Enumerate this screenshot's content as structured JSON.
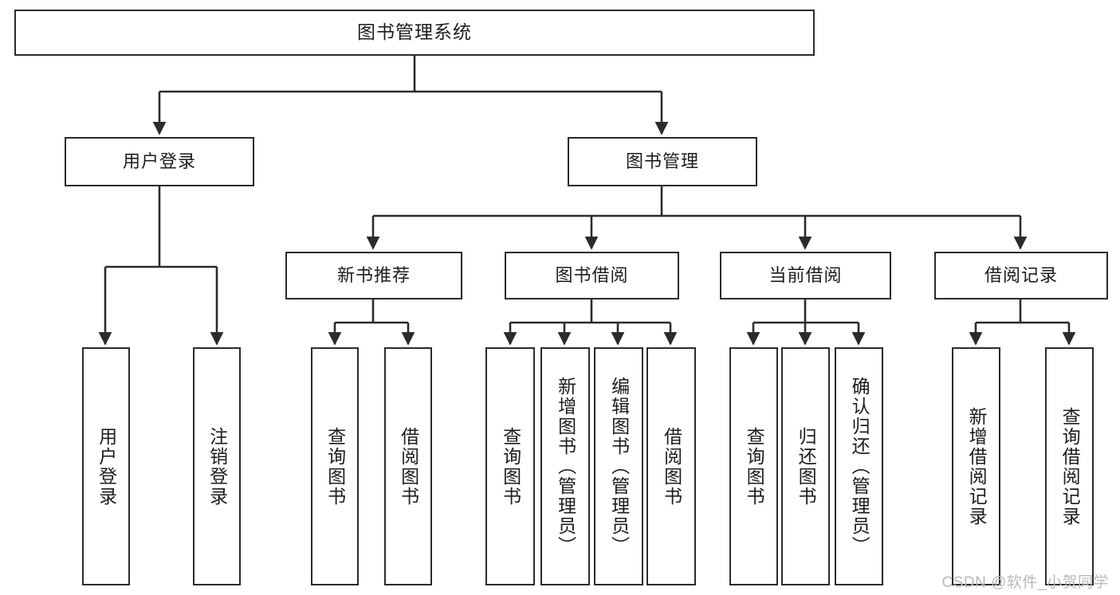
{
  "diagram": {
    "type": "tree",
    "title": "图书管理系统",
    "orientation": "top-down",
    "colors": {
      "box_border": "#2b2b2b",
      "box_fill": "#ffffff",
      "connector": "#2b2b2b",
      "text": "#1c1c1c",
      "watermark": "#b9b9b9",
      "background": "#ffffff"
    },
    "root": {
      "label": "图书管理系统"
    },
    "level2": [
      {
        "label": "用户登录"
      },
      {
        "label": "图书管理"
      }
    ],
    "level3": [
      {
        "label": "新书推荐"
      },
      {
        "label": "图书借阅"
      },
      {
        "label": "当前借阅"
      },
      {
        "label": "借阅记录"
      }
    ],
    "leaves": {
      "user_login": [
        {
          "label": "用户登录"
        },
        {
          "label": "注销登录"
        }
      ],
      "new_book_recommend": [
        {
          "label": "查询图书"
        },
        {
          "label": "借阅图书"
        }
      ],
      "book_borrow": [
        {
          "label": "查询图书"
        },
        {
          "label": "新增图书（管理员）"
        },
        {
          "label": "编辑图书（管理员）"
        },
        {
          "label": "借阅图书"
        }
      ],
      "current_borrow": [
        {
          "label": "查询图书"
        },
        {
          "label": "归还图书"
        },
        {
          "label": "确认归还（管理员）"
        }
      ],
      "borrow_record": [
        {
          "label": "新增借阅记录"
        },
        {
          "label": "查询借阅记录"
        }
      ]
    }
  },
  "watermark": {
    "text": "CSDN @软件_小贺同学"
  }
}
